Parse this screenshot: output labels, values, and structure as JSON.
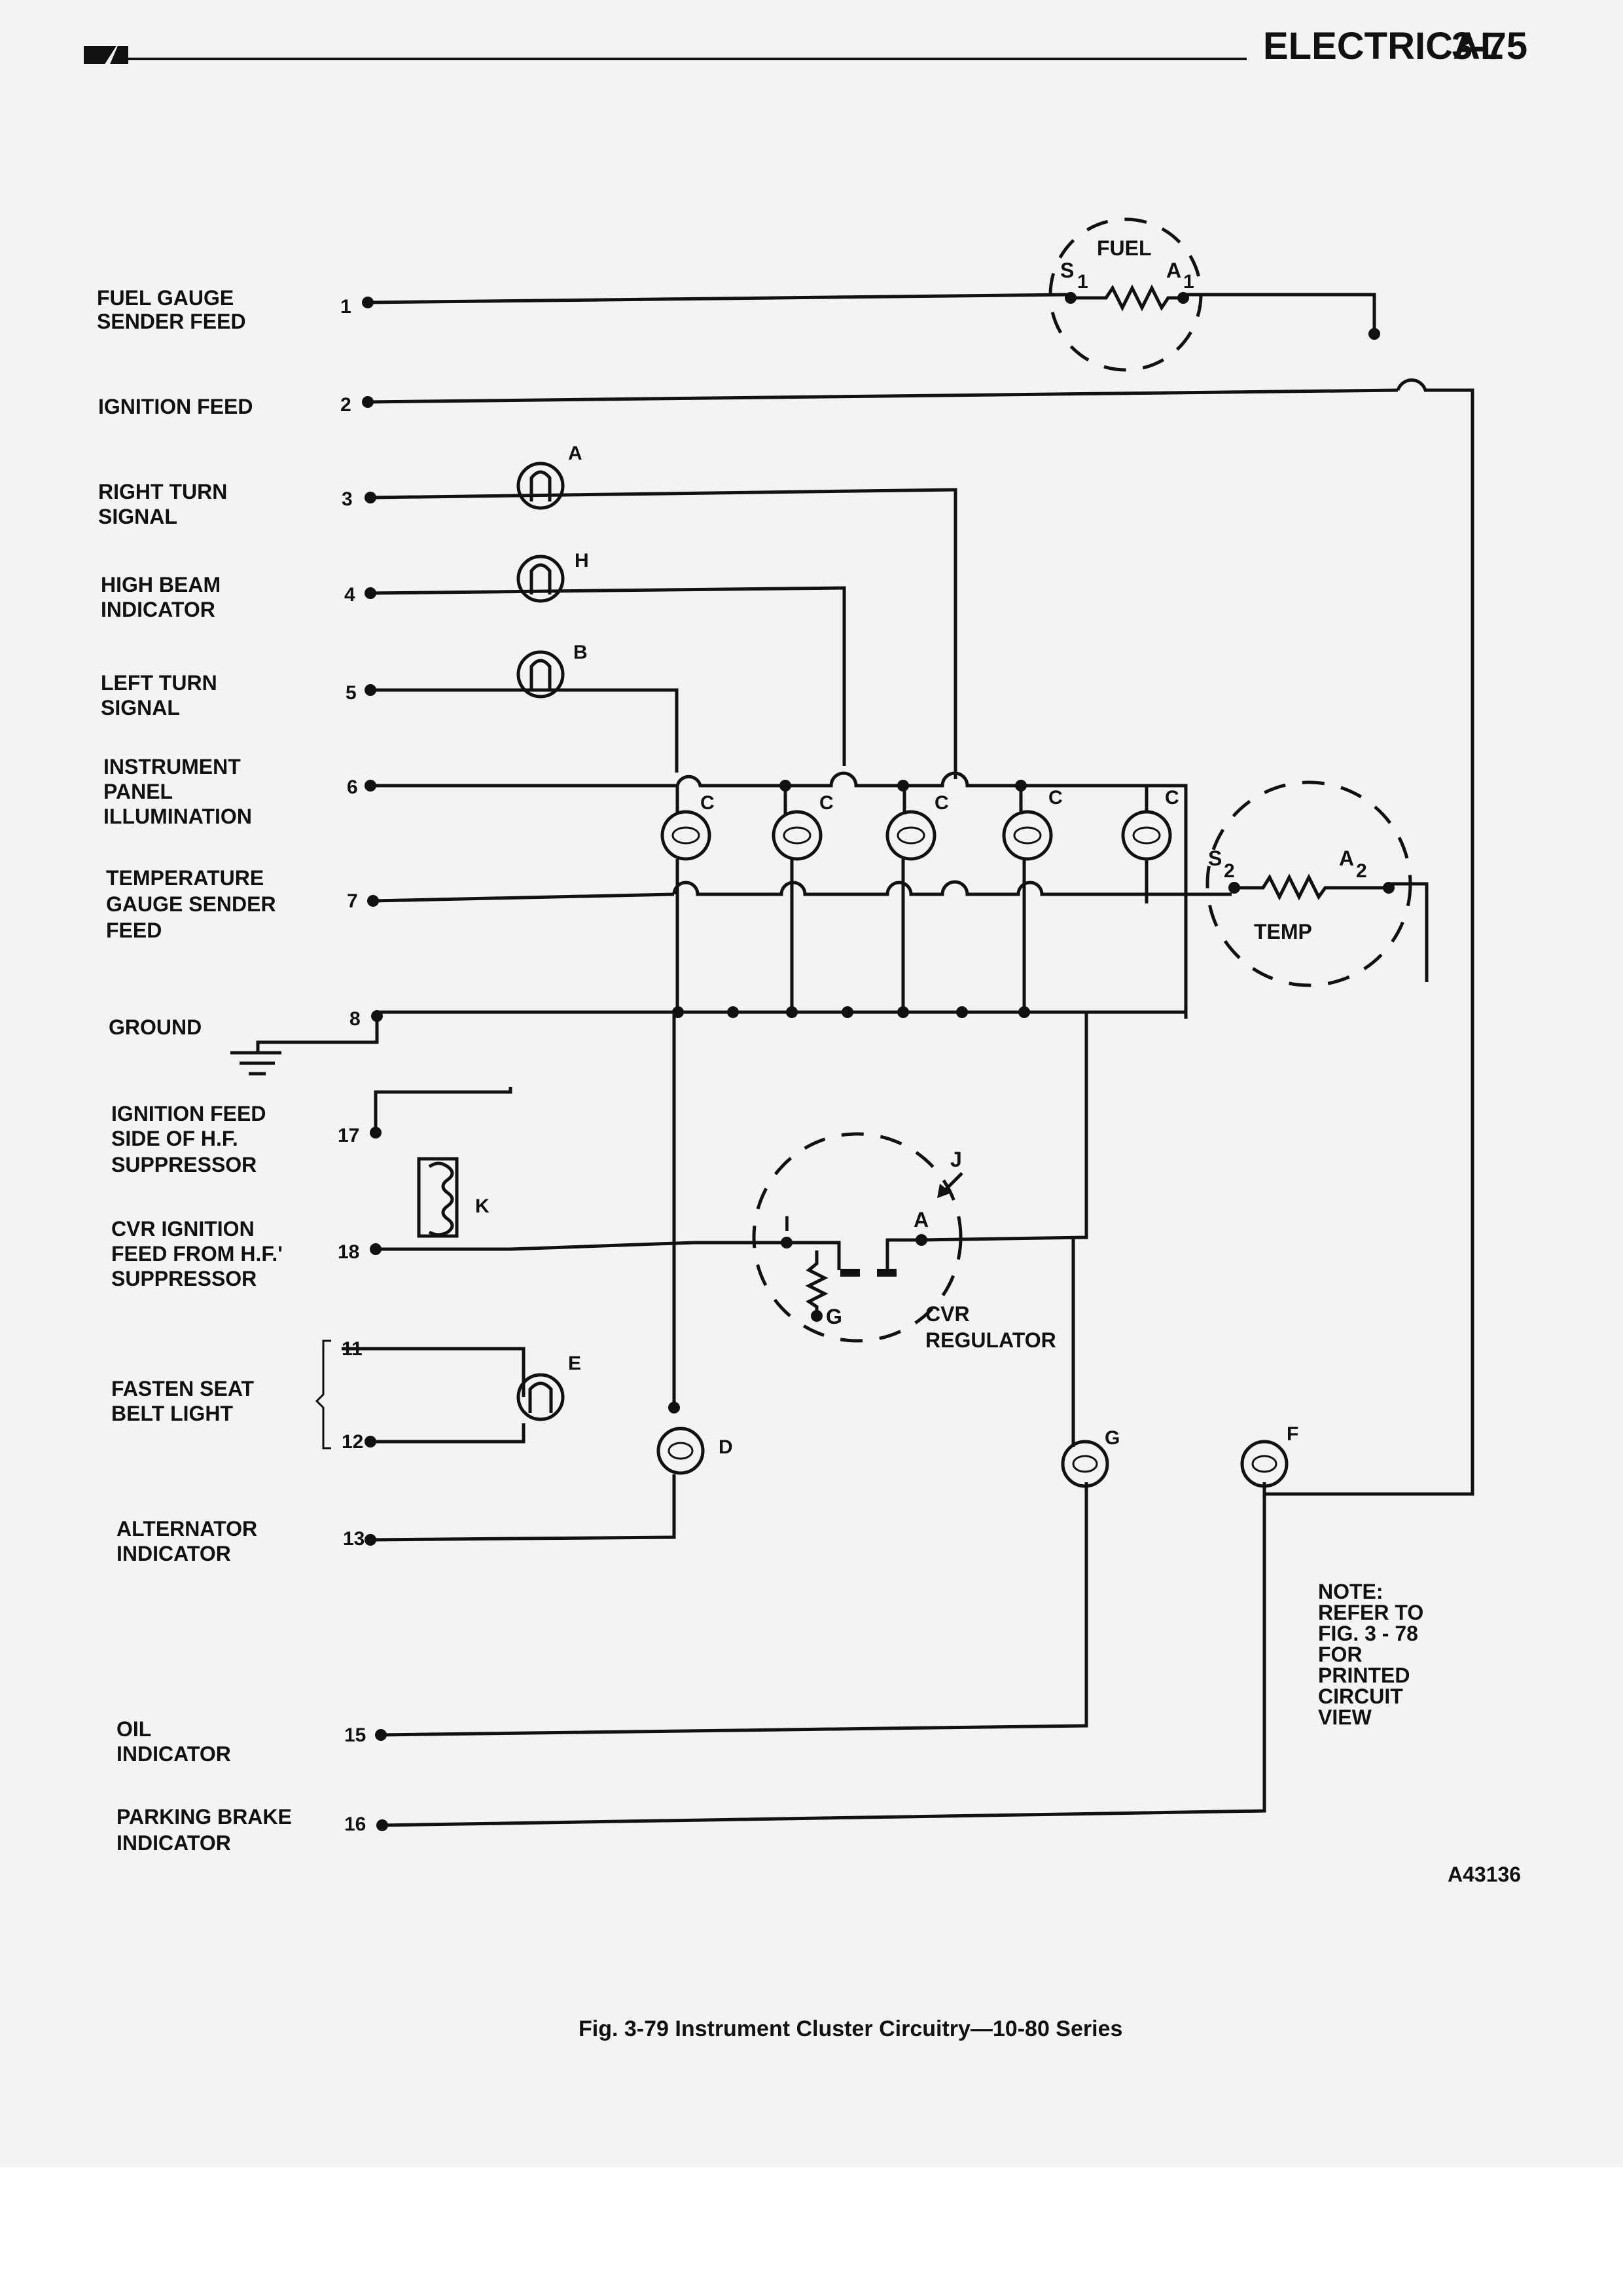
{
  "header": {
    "section": "ELECTRICAL",
    "page": "3-75"
  },
  "circuits": [
    {
      "pin": "1",
      "label": [
        "FUEL GAUGE",
        "SENDER FEED"
      ]
    },
    {
      "pin": "2",
      "label": [
        "IGNITION FEED"
      ]
    },
    {
      "pin": "3",
      "label": [
        "RIGHT TURN",
        "SIGNAL"
      ]
    },
    {
      "pin": "4",
      "label": [
        "HIGH BEAM",
        "INDICATOR"
      ]
    },
    {
      "pin": "5",
      "label": [
        "LEFT TURN",
        "SIGNAL"
      ]
    },
    {
      "pin": "6",
      "label": [
        "INSTRUMENT",
        "PANEL",
        "ILLUMINATION"
      ]
    },
    {
      "pin": "7",
      "label": [
        "TEMPERATURE",
        "GAUGE SENDER",
        "FEED"
      ]
    },
    {
      "pin": "8",
      "label": [
        "GROUND"
      ]
    },
    {
      "pin": "17",
      "label": [
        "IGNITION FEED",
        "SIDE OF H.F.",
        "SUPPRESSOR"
      ]
    },
    {
      "pin": "18",
      "label": [
        "CVR IGNITION",
        "FEED FROM H.F.'",
        "SUPPRESSOR"
      ]
    },
    {
      "pin": "11",
      "label": []
    },
    {
      "pin": "12",
      "label": [
        "FASTEN SEAT",
        "BELT LIGHT"
      ]
    },
    {
      "pin": "13",
      "label": [
        "ALTERNATOR",
        "INDICATOR"
      ]
    },
    {
      "pin": "15",
      "label": [
        "OIL",
        "INDICATOR"
      ]
    },
    {
      "pin": "16",
      "label": [
        "PARKING BRAKE",
        "INDICATOR"
      ]
    }
  ],
  "components": {
    "fuel_gauge": {
      "name": "FUEL",
      "terminal_s": "S",
      "terminal_s_sub": "1",
      "terminal_a": "A",
      "terminal_a_sub": "1"
    },
    "temp_gauge": {
      "name": "TEMP",
      "terminal_s": "S",
      "terminal_s_sub": "2",
      "terminal_a": "A",
      "terminal_a_sub": "2"
    },
    "cvr": {
      "name_line1": "CVR",
      "name_line2": "REGULATOR",
      "terminal_i": "I",
      "terminal_a": "A",
      "terminal_g": "G",
      "pointer": "J"
    },
    "lamps": {
      "a": "A",
      "h": "H",
      "b": "B",
      "c": "C",
      "e": "E",
      "d": "D",
      "g": "G",
      "f": "F",
      "k": "K"
    }
  },
  "note": [
    "NOTE:",
    "REFER TO",
    "FIG. 3 - 78",
    "FOR",
    "PRINTED",
    "CIRCUIT",
    "VIEW"
  ],
  "code": "A43136",
  "caption": "Fig. 3-79 Instrument Cluster Circuitry—10-80 Series"
}
